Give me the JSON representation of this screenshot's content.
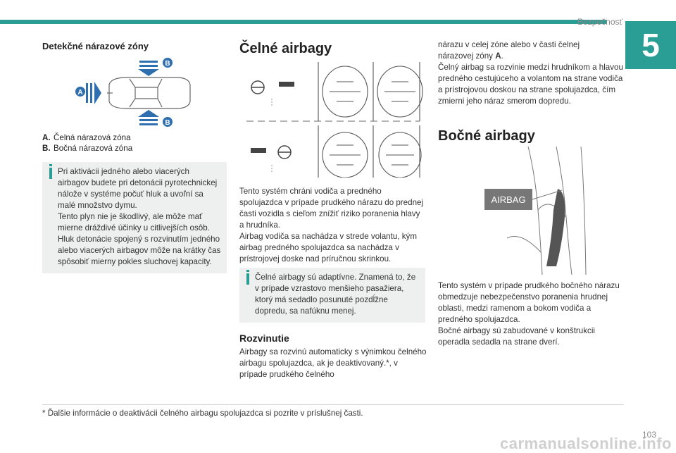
{
  "header": {
    "section": "Bezpečnosť",
    "chapter": "5"
  },
  "col1": {
    "heading": "Detekčné nárazové zóny",
    "diagram_labels": {
      "a": "A",
      "b": "B"
    },
    "legend": [
      {
        "key": "A.",
        "text": "Čelná nárazová zóna"
      },
      {
        "key": "B.",
        "text": "Bočná nárazová zóna"
      }
    ],
    "note": [
      "Pri aktivácii jedného alebo viacerých airbagov budete pri detonácii pyrotechnickej nálože v systéme počuť hluk a uvoľní sa malé množstvo dymu.",
      "Tento plyn nie je škodlivý, ale môže mať mierne dráždivé účinky u citlivejších osôb.",
      "Hluk detonácie spojený s rozvinutím jedného alebo viacerých airbagov môže na krátky čas spôsobiť mierny pokles sluchovej kapacity."
    ]
  },
  "col2": {
    "heading": "Čelné airbagy",
    "para": [
      "Tento systém chráni vodiča a predného spolujazdca v prípade prudkého nárazu do prednej časti vozidla s cieľom znížiť riziko poranenia hlavy a hrudníka.",
      "Airbag vodiča sa nachádza v strede volantu, kým airbag predného spolujazdca sa nachádza v prístrojovej doske nad príručnou skrinkou."
    ],
    "note": "Čelné airbagy sú adaptívne.  Znamená to, že v prípade vzrastovo menšieho pasažiera, ktorý má sedadlo posunuté pozdĺžne dopredu, sa nafúknu menej.",
    "subheading": "Rozvinutie",
    "deploy": "Airbagy sa rozvinú automaticky s výnimkou čelného airbagu spolujazdca, ak je deaktivovaný.*, v prípade prudkého čelného"
  },
  "col3": {
    "cont_lines": [
      "nárazu v celej zóne alebo v časti čelnej",
      "nárazovej zóny"
    ],
    "cont_letter": "A",
    "cont_rest": "Čelný airbag sa rozvinie medzi hrudníkom a hlavou predného cestujúceho a volantom na strane vodiča a prístrojovou doskou na strane spolujazdca, čím zmierni jeho náraz smerom dopredu.",
    "heading": "Bočné airbagy",
    "airbag_label": "AIRBAG",
    "para": [
      "Tento systém v prípade prudkého bočného nárazu obmedzuje nebezpečenstvo poranenia hrudnej oblasti, medzi ramenom a bokom vodiča a predného spolujazdca.",
      "Bočné airbagy sú zabudované v konštrukcii operadla sedadla na strane dverí."
    ]
  },
  "footer": {
    "footnote": "* Ďalšie informácie o deaktivácii čelného airbagu spolujazdca si pozrite v príslušnej časti.",
    "page": "103",
    "watermark": "carmanualsonline.info"
  },
  "colors": {
    "accent": "#2a9d94",
    "label_blue": "#2f6fb0",
    "note_bg": "#eef0f0"
  }
}
